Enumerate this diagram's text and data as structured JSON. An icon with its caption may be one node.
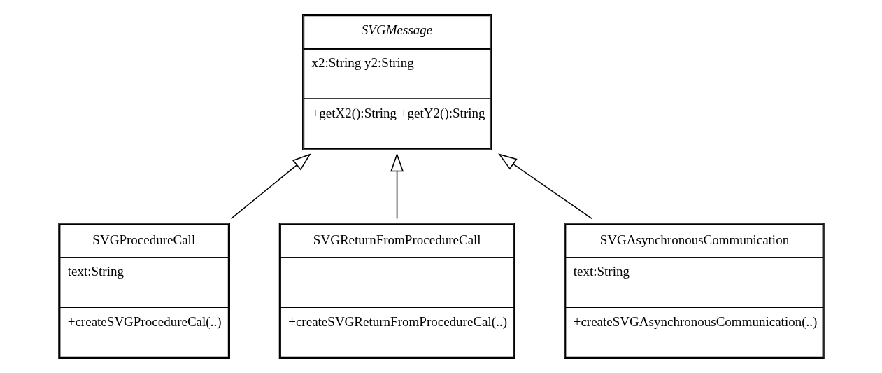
{
  "diagram": {
    "nodes": [
      {
        "text": [
          "SVGMessage",
          "x2:String y2:String",
          "+getX2():String +getY2():String"
        ]
      },
      {
        "text": [
          "SVGProcedureCall",
          "text:String",
          "+createSVGProcedureCal(..)"
        ]
      },
      {
        "text": [
          "SVGReturnFromProcedureCall",
          "+createSVGReturnFromProcedureCal(..)"
        ]
      },
      {
        "text": [
          "SVGAsynchronousCommunication",
          "text:String",
          "+createSVGAsynchronousCommunication(..)"
        ]
      }
    ],
    "edges": [
      {
        "from": 1,
        "to": 0,
        "arrow": "to"
      },
      {
        "from": 2,
        "to": 0,
        "arrow": "to"
      },
      {
        "from": 3,
        "to": 0,
        "arrow": "to"
      }
    ]
  }
}
